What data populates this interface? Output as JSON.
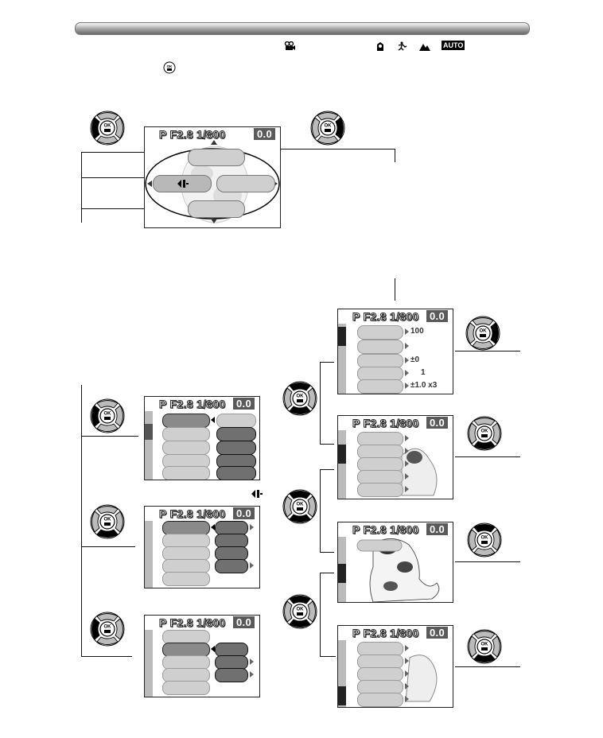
{
  "status": {
    "text": "P  F2.8  1/800",
    "ev": "0.0"
  },
  "icons": {
    "header_modes": [
      "movie-icon",
      "portrait-icon",
      "sports-icon",
      "landscape-icon"
    ],
    "auto_label": "AUTO",
    "ok_label": "OK"
  },
  "panels": {
    "p3_iso": "100",
    "p3_ev1": "±0",
    "p3_flash": "1",
    "p3_zoom": "±1.0 x3"
  }
}
